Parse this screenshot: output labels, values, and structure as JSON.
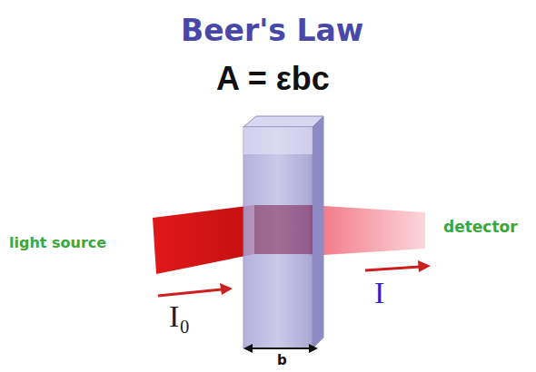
{
  "diagram": {
    "title": "Beer's Law",
    "labels": [
      "A = εbc",
      "light source",
      "detector",
      "I₀",
      "I",
      "b"
    ]
  }
}
